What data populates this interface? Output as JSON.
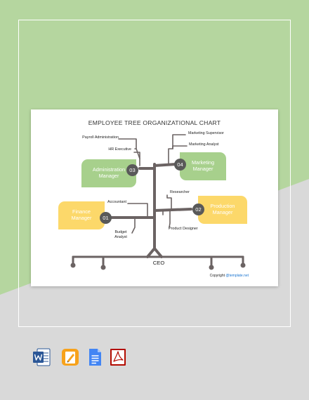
{
  "chart": {
    "title": "EMPLOYEE TREE ORGANIZATIONAL CHART",
    "ceo": "CEO",
    "managers": [
      {
        "number": "01",
        "name_line1": "Finance",
        "name_line2": "Manager",
        "color": "#fcd86a"
      },
      {
        "number": "02",
        "name_line1": "Production",
        "name_line2": "Manager",
        "color": "#fcd86a"
      },
      {
        "number": "03",
        "name_line1": "Administration",
        "name_line2": "Manager",
        "color": "#a7d08c"
      },
      {
        "number": "04",
        "name_line1": "Marketing",
        "name_line2": "Manager",
        "color": "#a7d08c"
      }
    ],
    "staff": {
      "payroll": "Payroll Administration",
      "hr": "HR Executive",
      "marketing_supervisor": "Marketing Supervisor",
      "marketing_analyst": "Marketing Analyst",
      "researcher": "Researcher",
      "product_designer": "Product Designer",
      "accountant": "Accountant",
      "budget_line1": "Budget",
      "budget_line2": "Analyst"
    },
    "branch_color": "#6b6363"
  },
  "footer": {
    "copyright_prefix": "Copyright ",
    "brand": "@template.net"
  },
  "file_formats": [
    {
      "icon": "word-icon",
      "color": "#2b5797"
    },
    {
      "icon": "pages-icon",
      "color": "#f7a21b"
    },
    {
      "icon": "google-docs-icon",
      "color": "#4285f4"
    },
    {
      "icon": "pdf-icon",
      "color": "#b30b00"
    }
  ],
  "background": {
    "top_color": "#b5d69f",
    "bottom_color": "#d9d9d9"
  }
}
